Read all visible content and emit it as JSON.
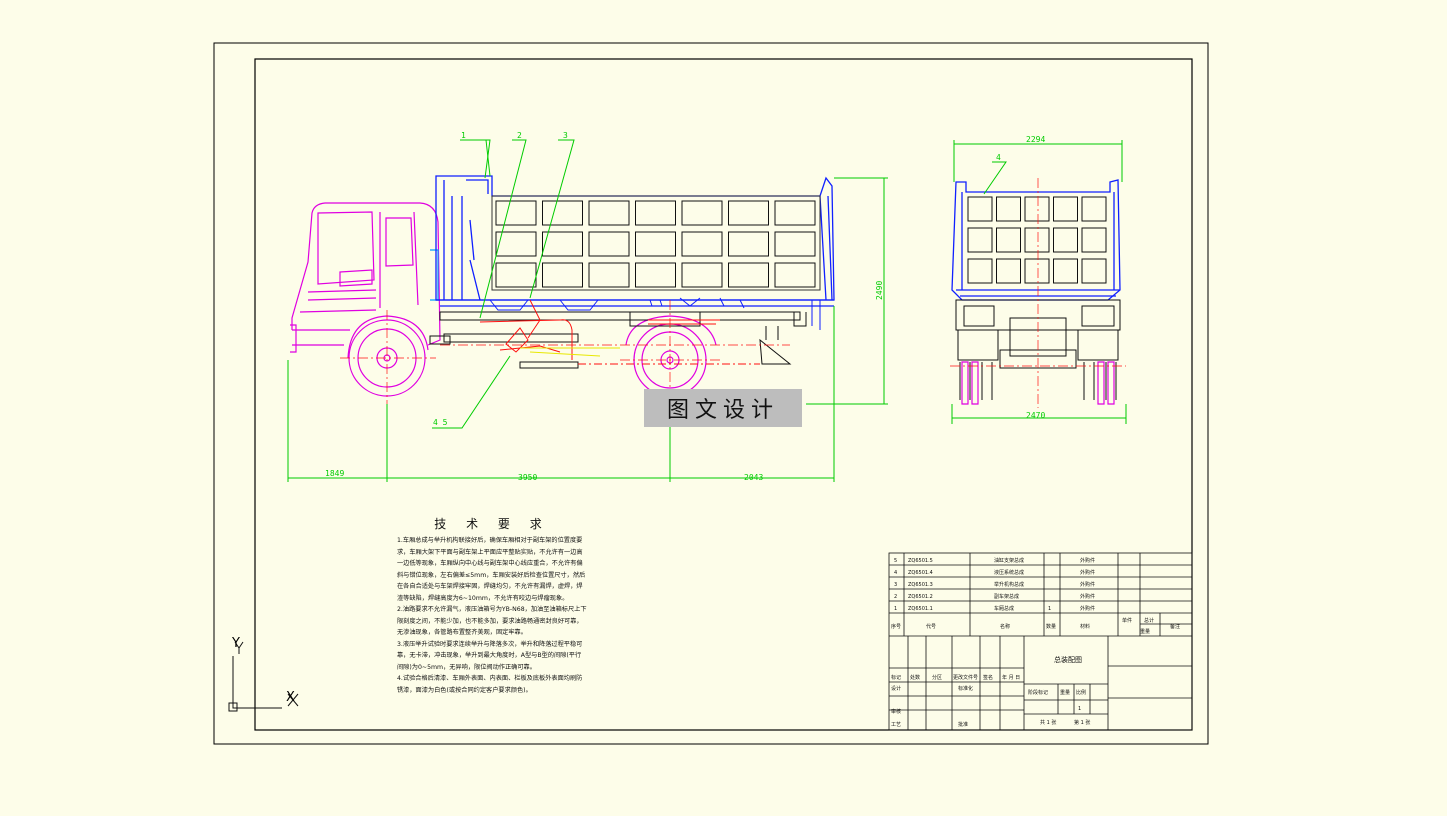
{
  "dimensions": {
    "overall_height": "2490",
    "front_overhang": "1849",
    "wheelbase": "3950",
    "rear_length": "2043",
    "rear_view_width_top": "2294",
    "rear_view_width_bottom": "2470"
  },
  "leaders": {
    "l1": "1",
    "l2": "2",
    "l3": "3",
    "l45": "4  5",
    "l4_rear": "4"
  },
  "watermark": "图文设计",
  "tech": {
    "title": "技 术 要 求",
    "items": [
      "1.车厢总成与举升机构联接好后，确保车厢相对于副车架的位置度要求，车厢大架下平面与副车架上平面应平整贴实贴，不允许有一边高一边低等现象，车厢纵向中心线与副车架中心线应重合，不允许有偏斜与错位现象，左右偏差≤5mm，车厢安装好后检查位置尺寸，然后在各自合适处与车架焊接牢固，焊缝均匀，不允许有漏焊，虚焊，焊渣等缺陷，焊缝高度为6~10mm，不允许有咬边与焊瘤现象。",
      "2.油路要求不允许漏气，液压油箱号为YB-N68，加油至油箱标尺上下限刻度之间，不能少加，也不能多加，要求油路畅通密封良好可靠，无渗油现象，各管路布置整齐美观，固定牢靠。",
      "3.液压举升试验时要求连续举升与降落多次，举升和降落过程平稳可靠，无卡滞，冲击现象，举升到最大角度时，A型与B型的间隙(平行间隙)为0~5mm，无异响，限位阀动作正确可靠。",
      "4.试验合格后清漆、车厢外表面、内表面、栏板及底板外表面均刷防锈漆，面漆为白色(或按合同约定客户要求颜色)。"
    ]
  },
  "coord": {
    "y": "Y",
    "x": "X"
  },
  "title_block": {
    "parts_rows": [
      {
        "num": "5",
        "code": "ZQ6501.5",
        "name": "油缸支架总成",
        "qty": "",
        "note": "外购件"
      },
      {
        "num": "4",
        "code": "ZQ6501.4",
        "name": "液压系统总成",
        "qty": "",
        "note": "外购件"
      },
      {
        "num": "3",
        "code": "ZQ6501.3",
        "name": "举升机构总成",
        "qty": "",
        "note": "外购件"
      },
      {
        "num": "2",
        "code": "ZQ6501.2",
        "name": "副车架总成",
        "qty": "",
        "note": "外购件"
      },
      {
        "num": "1",
        "code": "ZQ6501.1",
        "name": "车厢总成",
        "qty": "1",
        "note": "外购件"
      }
    ],
    "header": {
      "seq": "序号",
      "code": "代号",
      "name": "名称",
      "qty": "数量",
      "mat": "材料",
      "unit_w": "单件",
      "total_w": "总计",
      "weight": "重量",
      "note": "备注"
    },
    "drawing_name": "总装配图",
    "labels": {
      "mark": "标记",
      "count": "处数",
      "zone": "分区",
      "change_no": "更改文件号",
      "sign": "签名",
      "date": "年 月 日",
      "design": "设计",
      "std": "标准化",
      "check": "审核",
      "process": "工艺",
      "approve": "批准",
      "stage": "阶段标记",
      "weight": "重量",
      "scale": "比例",
      "scale_val": "1",
      "sheets": "共 1 张",
      "sheet": "第 1 张"
    }
  }
}
